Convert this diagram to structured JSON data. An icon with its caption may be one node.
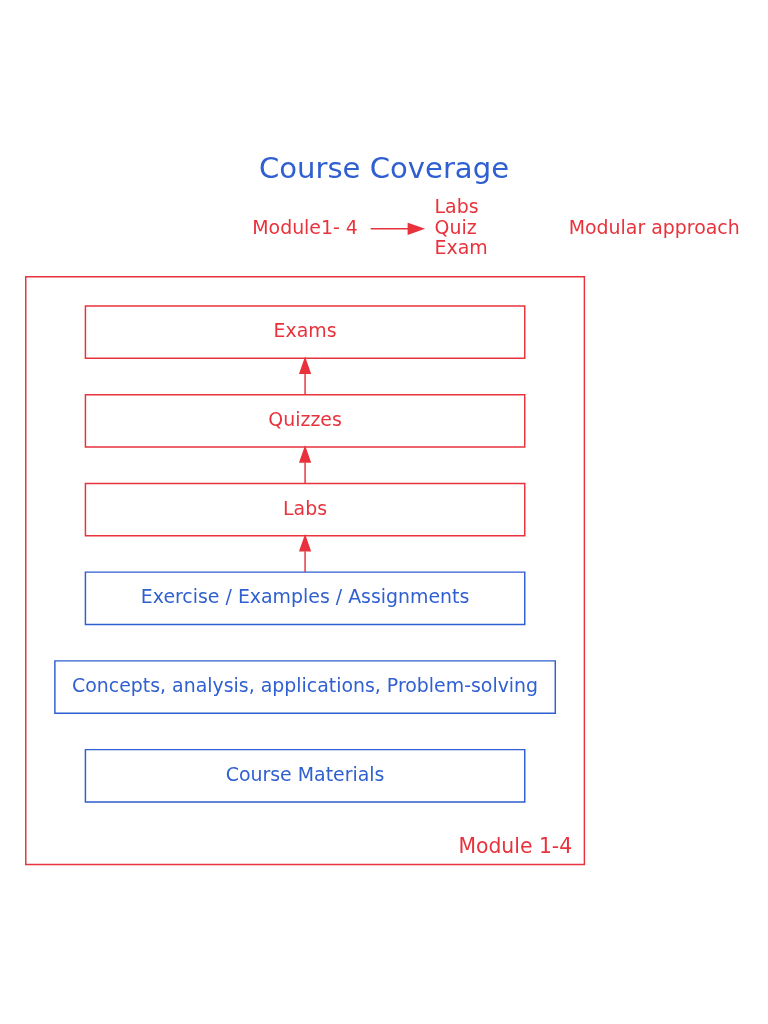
{
  "diagram": {
    "title": "Course Coverage",
    "nodes": [
      {
        "text": [
          "Module1- 4"
        ]
      },
      {
        "text": [
          "Labs",
          "Quiz",
          "Exam"
        ]
      },
      {
        "text": [
          "Module 1-4"
        ]
      },
      {
        "text": [
          "Exams"
        ],
        "in": 2
      },
      {
        "text": [
          "Quizzes"
        ],
        "in": 2
      },
      {
        "text": [
          "Labs"
        ],
        "in": 2
      },
      {
        "text": [
          "Exercise / Examples / Assignments"
        ],
        "in": 2
      },
      {
        "text": [
          "Concepts, analysis, applications, Problem-solving"
        ],
        "in": 2
      },
      {
        "text": [
          "Course Materials"
        ],
        "in": 2
      }
    ],
    "edges": [
      {
        "from": 0,
        "to": 1,
        "arrow": "to"
      },
      {
        "from": 6,
        "to": 5,
        "arrow": "to"
      },
      {
        "from": 5,
        "to": 4,
        "arrow": "to"
      },
      {
        "from": 4,
        "to": 3,
        "arrow": "to"
      }
    ],
    "labels": [
      "Modular approach"
    ]
  }
}
